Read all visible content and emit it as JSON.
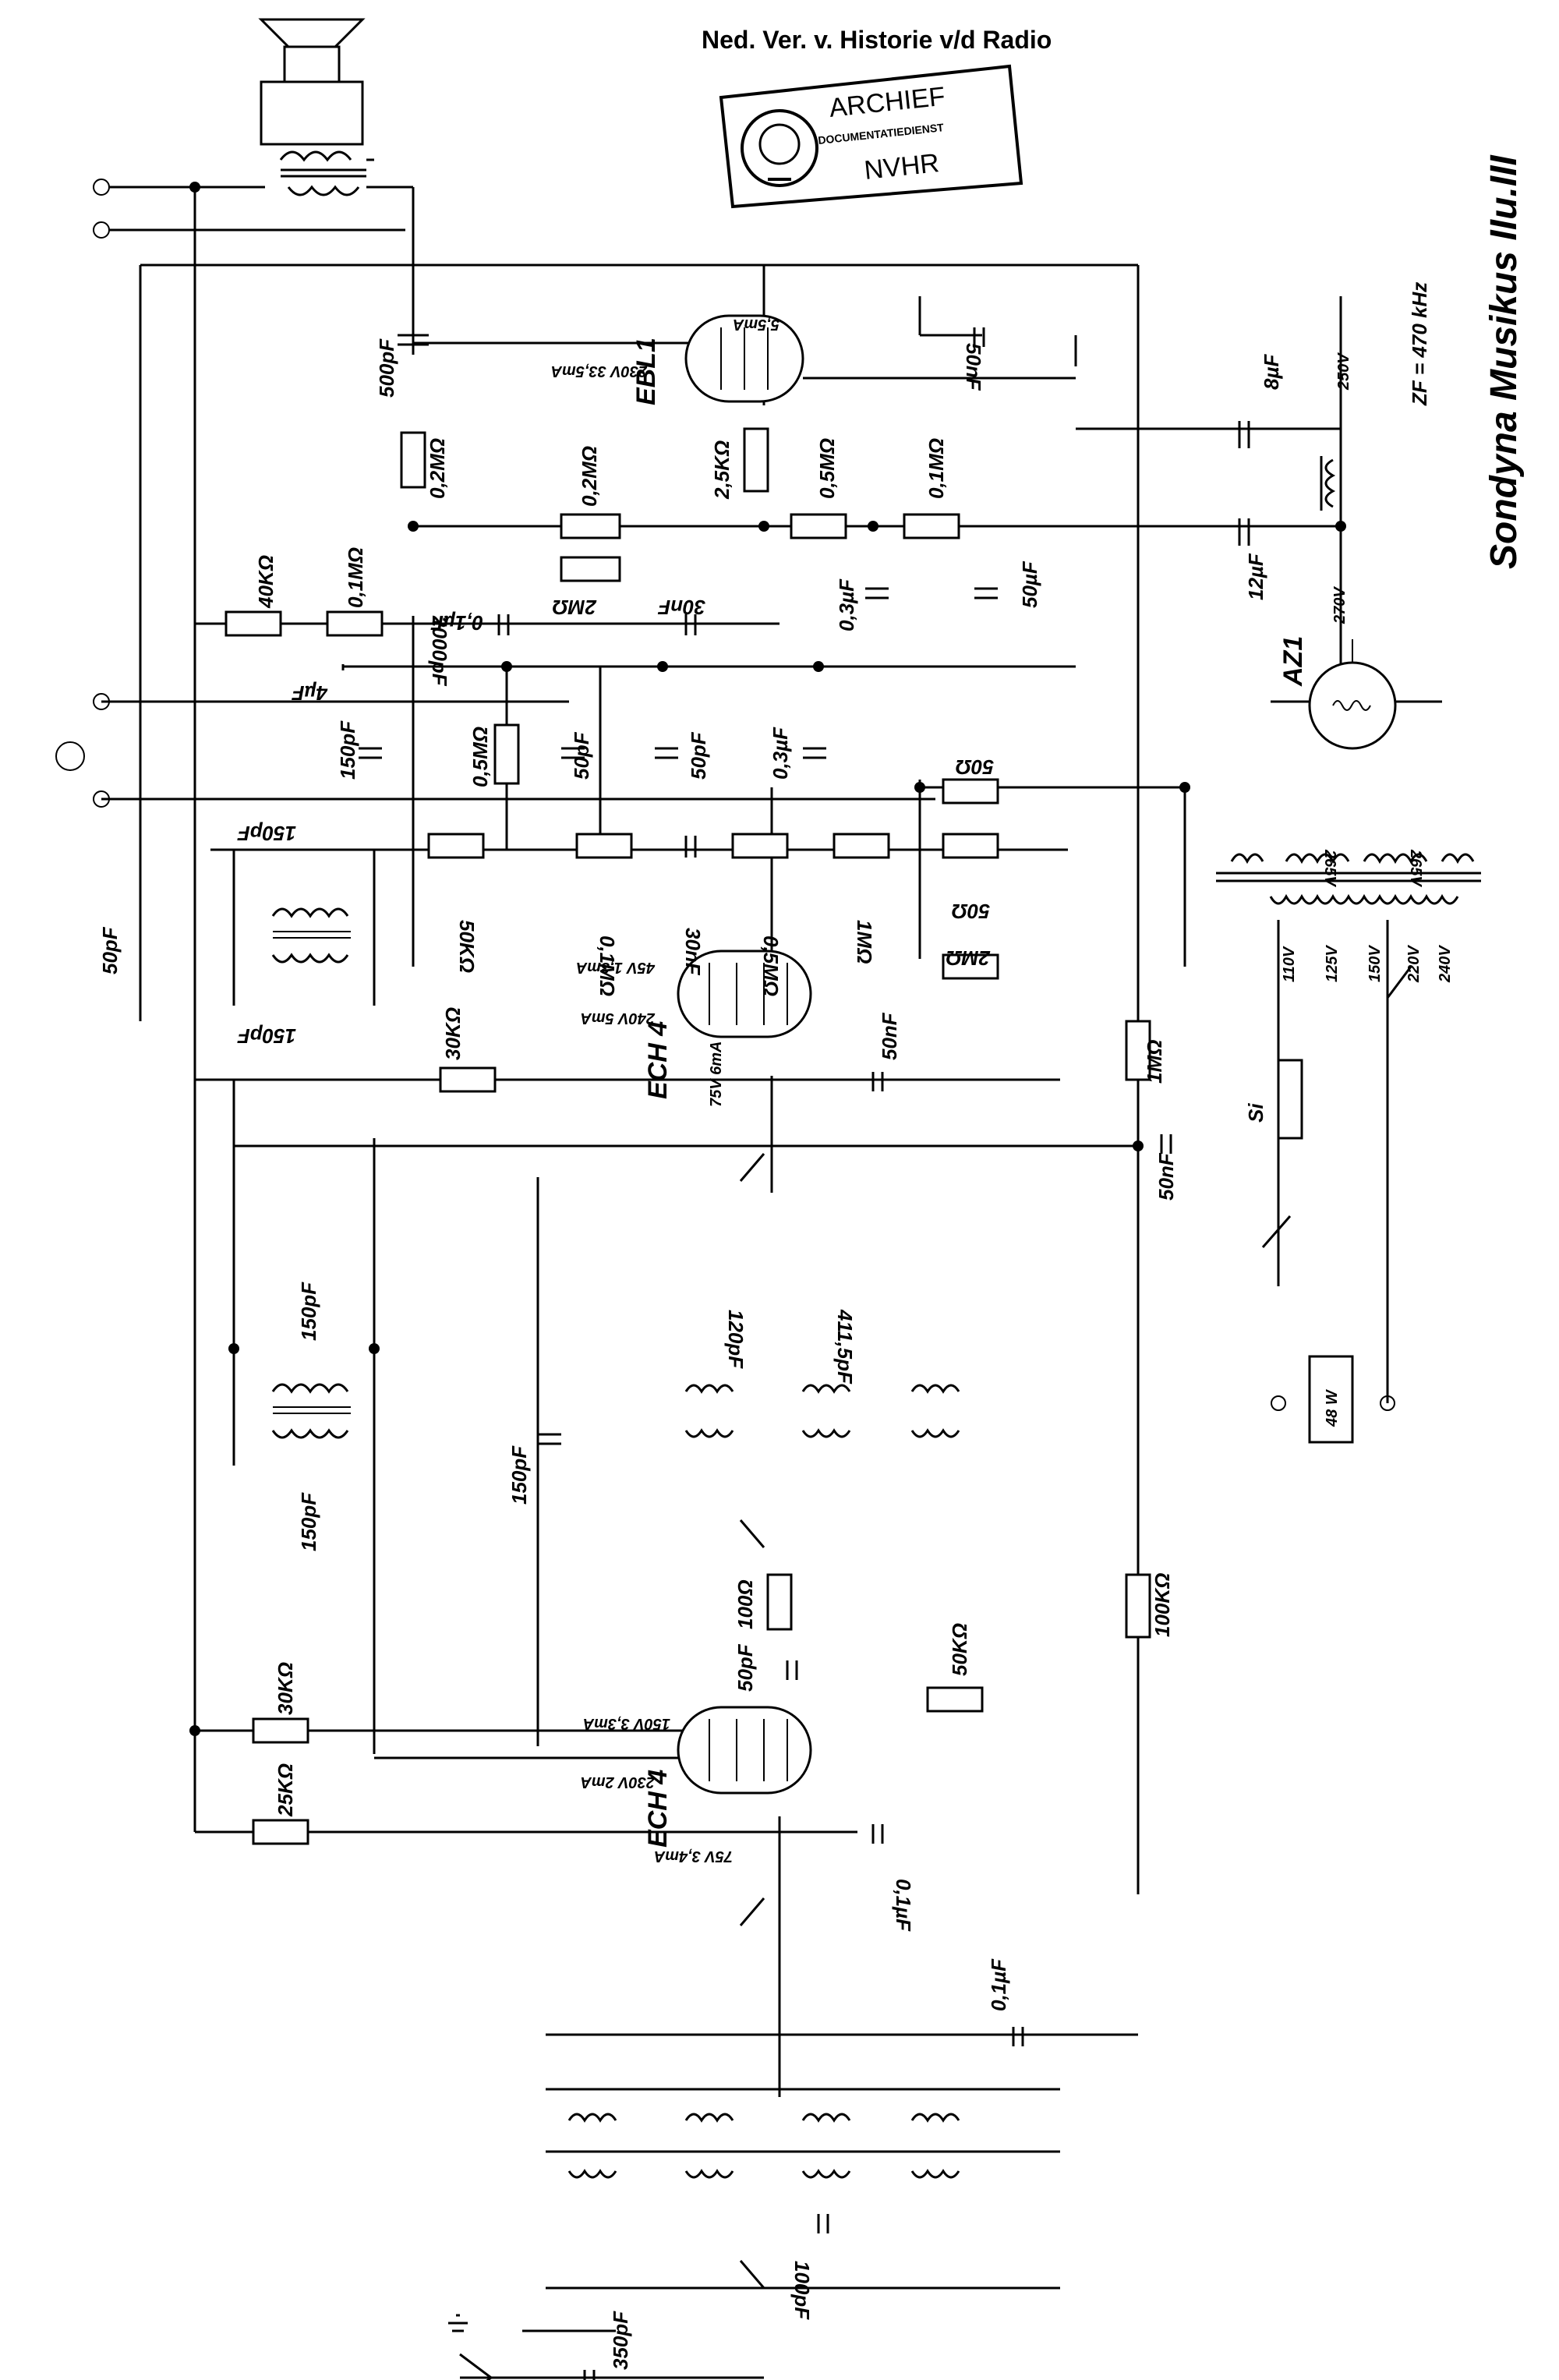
{
  "header_text": "Ned. Ver. v. Historie v/d Radio",
  "stamp": {
    "line1": "ARCHIEF",
    "line2": "DOCUMENTATIEDIENST",
    "line3": "NVHR"
  },
  "title": "Sondyna Musikus IIu.III",
  "if_frequency": "ZF = 470 kHz",
  "power_rating": "48 W",
  "fuse_label": "Si",
  "tubes": {
    "output": "EBL1",
    "rectifier": "AZ1",
    "if_stage": "ECH 4",
    "mixer": "ECH 4"
  },
  "operating_points": {
    "ebl1_a": "5,5mA",
    "ebl1_b": "230V 33,5mA",
    "ech4_if_a": "45V 1,3mA",
    "ech4_if_b": "240V 5mA",
    "ech4_if_c": "75V 6mA",
    "ech4_mix_a": "150V 3,3mA",
    "ech4_mix_b": "230V 2mA",
    "ech4_mix_c": "75V 3,4mA"
  },
  "supply_labels": [
    "250V",
    "270V",
    "265V",
    "265V"
  ],
  "mains_taps": [
    "110V",
    "125V",
    "150V",
    "220V",
    "240V"
  ],
  "components": {
    "c_500pf": "500pF",
    "c_50nf_top": "50nF",
    "c_8uf": "8µF",
    "r_02m_a": "0,2MΩ",
    "r_25k": "2,5KΩ",
    "r_05m_a": "0,5MΩ",
    "r_01m_a": "0,1MΩ",
    "r_02m_b": "0,2MΩ",
    "c_12uf": "12µF",
    "r_40k": "40KΩ",
    "r_01m_b": "0,1MΩ",
    "c_2000pf": "2000pF",
    "r_2m_a": "2MΩ",
    "c_30nf_a": "30nF",
    "c_03uf_a": "0,3µF",
    "c_50uf": "50µF",
    "c_01uf_a": "0,1µF",
    "c_4uf": "4µF",
    "c_150pf_a": "150pF",
    "r_05m_b": "0,5MΩ",
    "c_50pf_a": "50pF",
    "c_50pf_b": "50pF",
    "c_03uf_b": "0,3µF",
    "r_50_a": "50Ω",
    "c_150pf_b": "150pF",
    "r_50k": "50KΩ",
    "r_01m_c": "0,1MΩ",
    "c_30nf_b": "30nF",
    "r_05m_c": "0,5MΩ",
    "r_1m_a": "1MΩ",
    "r_50_b": "50Ω",
    "c_50pf_left": "50pF",
    "r_2m_b": "2MΩ",
    "c_150pf_c": "150pF",
    "r_30k_a": "30KΩ",
    "c_50nf_b": "50nF",
    "r_1m_b": "1MΩ",
    "c_50nf_c": "50nF",
    "c_150pf_d": "150pF",
    "c_150pf_e": "150pF",
    "c_150pf_f": "150pF",
    "c_120pf": "120pF",
    "c_411pf": "411,5pF",
    "r_100": "100Ω",
    "c_50pf_c": "50pF",
    "r_50k_b": "50KΩ",
    "r_100k": "100KΩ",
    "r_30k_b": "30KΩ",
    "r_25k_b": "25KΩ",
    "c_01uf_b": "0,1µF",
    "c_01uf_c": "0,1µF",
    "c_100pf": "100pF",
    "c_350pf": "350pF"
  }
}
